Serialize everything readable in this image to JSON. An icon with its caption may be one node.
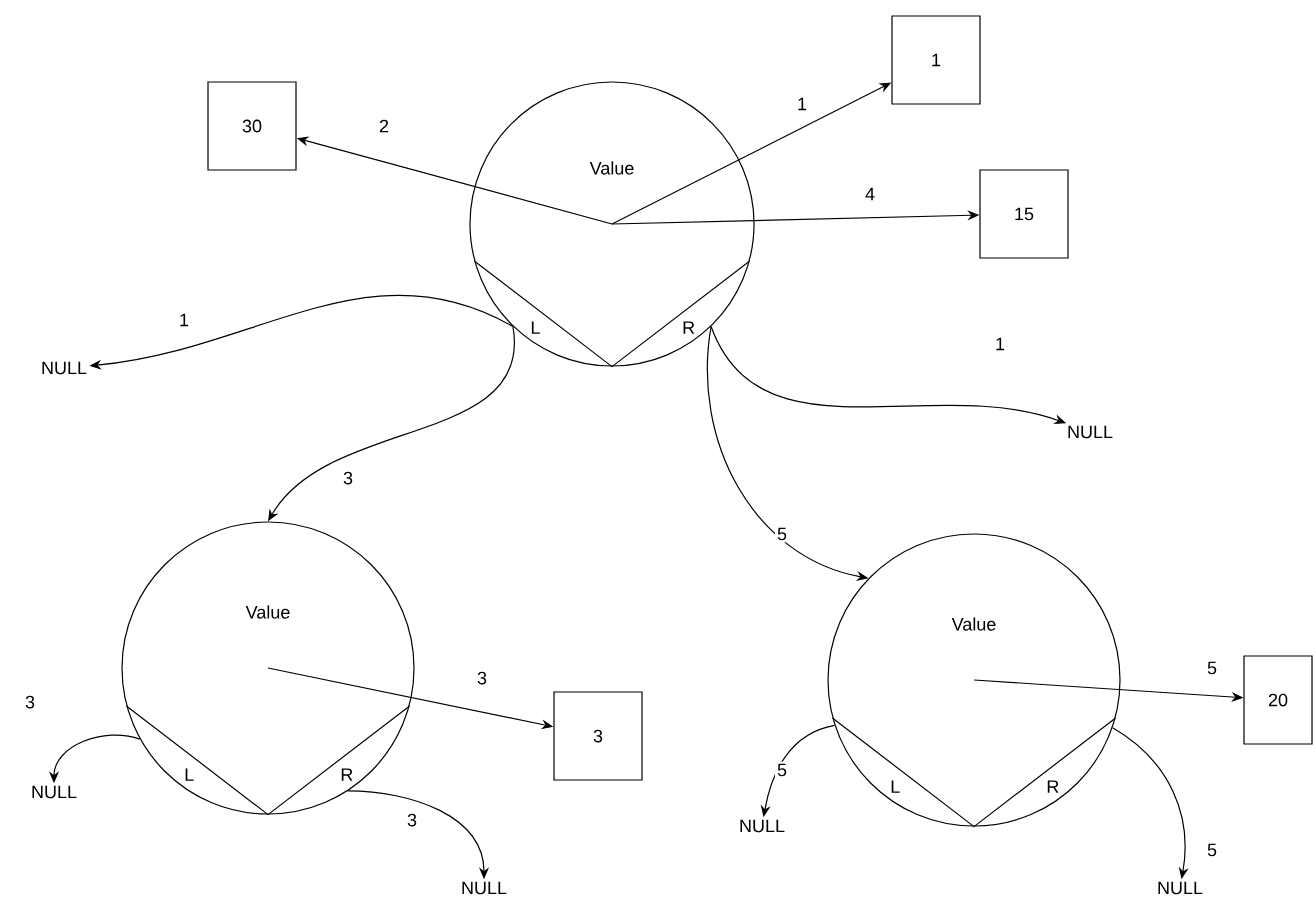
{
  "diagram": {
    "nodes": [
      {
        "text": [
          "Value",
          "L",
          "R"
        ]
      },
      {
        "text": [
          "1"
        ]
      },
      {
        "text": [
          "30"
        ]
      },
      {
        "text": [
          "15"
        ]
      },
      {
        "text": [
          "NULL"
        ]
      },
      {
        "text": [
          "NULL"
        ]
      },
      {
        "text": [
          "Value",
          "L",
          "R"
        ]
      },
      {
        "text": [
          "Value",
          "L",
          "R"
        ]
      },
      {
        "text": [
          "3"
        ]
      },
      {
        "text": [
          "NULL"
        ]
      },
      {
        "text": [
          "NULL"
        ]
      },
      {
        "text": [
          "20"
        ]
      },
      {
        "text": [
          "NULL"
        ]
      },
      {
        "text": [
          "NULL"
        ]
      }
    ],
    "edges": [
      {
        "from": 0,
        "to": 1,
        "arrow": "to",
        "label": "1"
      },
      {
        "from": 0,
        "to": 2,
        "arrow": "to",
        "label": "2"
      },
      {
        "from": 0,
        "to": 3,
        "arrow": "to",
        "label": "4"
      },
      {
        "from": 0,
        "to": 4,
        "arrow": "to",
        "label": "1"
      },
      {
        "from": 0,
        "to": 5,
        "arrow": "to",
        "label": "1"
      },
      {
        "from": 0,
        "to": 6,
        "arrow": "to",
        "label": "3"
      },
      {
        "from": 0,
        "to": 7,
        "arrow": "to",
        "label": "5"
      },
      {
        "from": 6,
        "to": 8,
        "arrow": "to",
        "label": "3"
      },
      {
        "from": 6,
        "to": 9,
        "arrow": "to",
        "label": "3"
      },
      {
        "from": 6,
        "to": 10,
        "arrow": "to",
        "label": "3"
      },
      {
        "from": 7,
        "to": 11,
        "arrow": "to",
        "label": "5"
      },
      {
        "from": 7,
        "to": 12,
        "arrow": "to",
        "label": "5"
      },
      {
        "from": 7,
        "to": 13,
        "arrow": "to",
        "label": "5"
      }
    ]
  }
}
